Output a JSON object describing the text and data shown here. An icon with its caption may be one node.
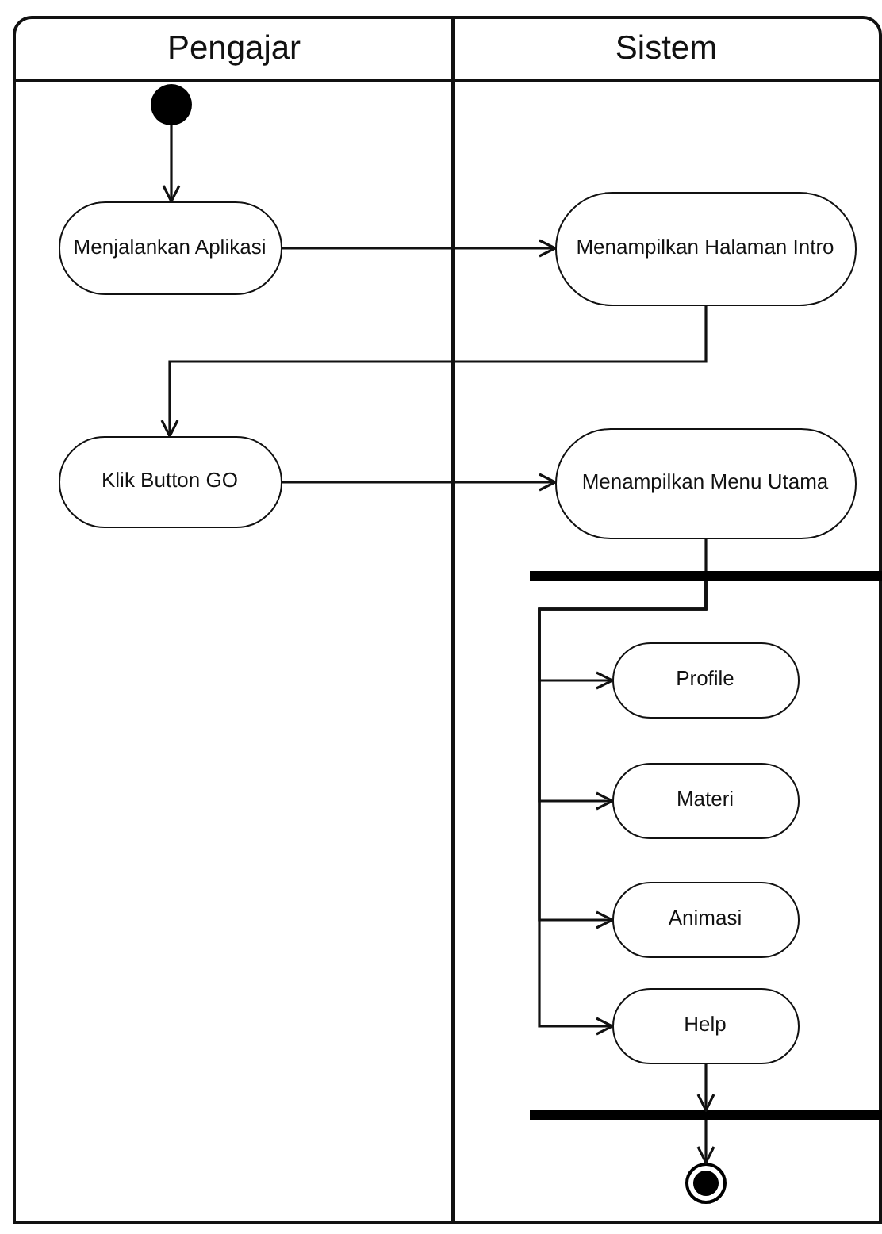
{
  "diagram": {
    "nodes": [
      {
        "text": [
          "Pengajar"
        ]
      },
      {
        "text": [
          "Sistem"
        ]
      },
      {
        "text": [],
        "shape": "circle",
        "in": 0
      },
      {
        "text": [
          "Menjalankan Aplikasi"
        ],
        "in": 0
      },
      {
        "text": [
          "Menampilkan Halaman Intro"
        ],
        "in": 1
      },
      {
        "text": [
          "Klik Button GO"
        ],
        "in": 0
      },
      {
        "text": [
          "Menampilkan Menu Utama"
        ],
        "in": 1
      },
      {
        "text": [],
        "shape": "bar",
        "in": 1
      },
      {
        "text": [
          "Profile"
        ],
        "in": 1
      },
      {
        "text": [
          "Materi"
        ],
        "in": 1
      },
      {
        "text": [
          "Animasi"
        ],
        "in": 1
      },
      {
        "text": [
          "Help"
        ],
        "in": 1
      },
      {
        "text": [],
        "shape": "bar",
        "in": 1
      },
      {
        "text": [],
        "shape": "circle",
        "in": 1
      }
    ],
    "edges": [
      {
        "from": 2,
        "to": 3,
        "arrow": "to"
      },
      {
        "from": 3,
        "to": 4,
        "arrow": "to"
      },
      {
        "from": 4,
        "to": 5,
        "arrow": "to"
      },
      {
        "from": 5,
        "to": 6,
        "arrow": "to"
      },
      {
        "from": 6,
        "to": 7,
        "arrow": "none"
      },
      {
        "from": 7,
        "to": 8,
        "arrow": "to"
      },
      {
        "from": 7,
        "to": 9,
        "arrow": "to"
      },
      {
        "from": 7,
        "to": 10,
        "arrow": "to"
      },
      {
        "from": 7,
        "to": 11,
        "arrow": "to"
      },
      {
        "from": 11,
        "to": 12,
        "arrow": "to"
      },
      {
        "from": 12,
        "to": 13,
        "arrow": "to"
      }
    ]
  }
}
